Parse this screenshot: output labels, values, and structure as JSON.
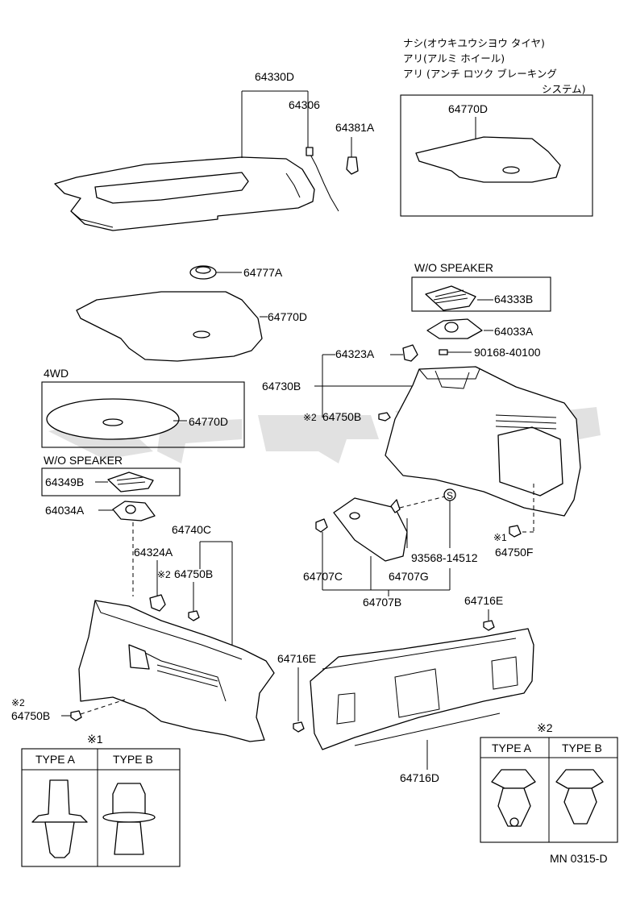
{
  "notes": {
    "line1": "ナシ(オウキユウシヨウ タイヤ)",
    "line2": "アリ(アルミ ホイール)",
    "line3": "アリ (アンチ ロツク ブレーキング",
    "line4": "システム)"
  },
  "labels": {
    "p64330D": "64330D",
    "p64306": "64306",
    "p64381A": "64381A",
    "p64770D_top": "64770D",
    "p64777A": "64777A",
    "p64770D_mid": "64770D",
    "wo_speaker_right": "W/O SPEAKER",
    "p64333B": "64333B",
    "p64033A": "64033A",
    "p64323A": "64323A",
    "p90168": "90168-40100",
    "p64730B": "64730B",
    "p64750B_mid": "64750B",
    "mark2_mid": "※2",
    "wd4": "4WD",
    "p64770D_4wd": "64770D",
    "wo_speaker_left": "W/O SPEAKER",
    "p64349B": "64349B",
    "p64034A": "64034A",
    "p64740C": "64740C",
    "p64324A": "64324A",
    "p64750B_left": "64750B",
    "mark2_left": "※2",
    "pS": "S",
    "p93568": "93568-14512",
    "mark1_right": "※1",
    "p64750F": "64750F",
    "p64707C": "64707C",
    "p64707G": "64707G",
    "p64707B": "64707B",
    "p64716E_top": "64716E",
    "p64716E_left": "64716E",
    "mark2_low": "※2",
    "p64750B_low": "64750B",
    "p64716D": "64716D",
    "mn": "MN 0315-D"
  },
  "clip_table_1": {
    "mark": "※1",
    "type_a": "TYPE A",
    "type_b": "TYPE B"
  },
  "clip_table_2": {
    "mark": "※2",
    "type_a": "TYPE A",
    "type_b": "TYPE B"
  }
}
